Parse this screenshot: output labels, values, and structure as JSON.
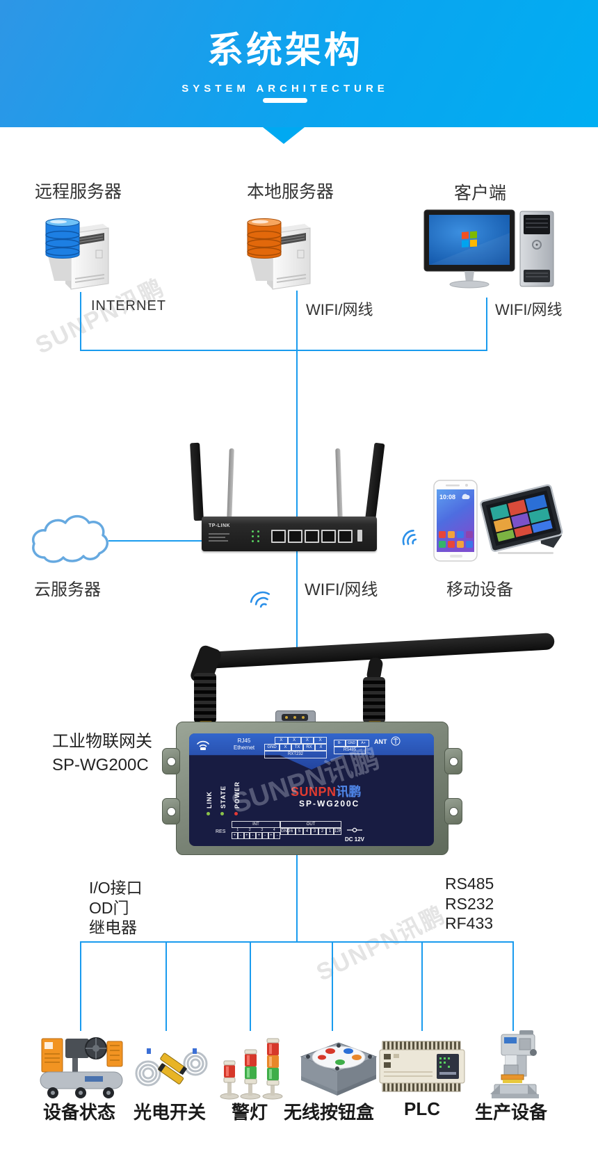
{
  "header": {
    "title": "系统架构",
    "subtitle": "SYSTEM ARCHITECTURE"
  },
  "watermark": {
    "text": "SUNPN讯鹏"
  },
  "colors": {
    "accent_blue": "#199BEE",
    "header_gradient_start": "#2E96E6",
    "header_gradient_end": "#00AEF2",
    "remote_disc_color": "#1D7FE3",
    "local_disc_color": "#E2680B",
    "cloud_stroke": "#66A9E0"
  },
  "top_row": {
    "remote_server": {
      "label": "远程服务器",
      "link": "INTERNET"
    },
    "local_server": {
      "label": "本地服务器",
      "link": "WIFI/网线"
    },
    "client": {
      "label": "客户端",
      "link": "WIFI/网线"
    }
  },
  "middle_row": {
    "cloud": {
      "label": "云服务器"
    },
    "router": {
      "label": "WIFI/网线",
      "brand": "TP-LINK"
    },
    "mobile": {
      "label": "移动设备",
      "phone_time": "10:08"
    }
  },
  "gateway": {
    "caption_line1": "工业物联网关",
    "caption_line2": "SP-WG200C",
    "panel": {
      "rj45_line1": "RJ45",
      "rj45_line2": "Ethernet",
      "rs232_row1": [
        "X",
        "X",
        "X",
        "X"
      ],
      "rs232_row2": [
        "GND",
        "X",
        "TX",
        "RX",
        "X"
      ],
      "rs232_caption": "RXT232",
      "rs485_row": [
        "B-",
        "GND",
        "A+"
      ],
      "rs485_caption": "RS485",
      "ant_label": "ANT",
      "leds": [
        "LINK",
        "STATE",
        "POWER"
      ],
      "brand_latin": "SUNPN",
      "brand_cn": "讯鹏",
      "model": "SP-WG200C",
      "res_label": "RES",
      "int_label": "INT",
      "int_numbers": [
        "1",
        "2",
        "3",
        "4"
      ],
      "int_cells": [
        "+",
        "-",
        "+",
        "-",
        "+",
        "-",
        "+",
        "-"
      ],
      "out_label": "OUT",
      "out_cells": [
        "GND",
        "6",
        "5",
        "4",
        "3",
        "2",
        "1",
        "12F"
      ],
      "power_label": "DC 12V"
    }
  },
  "io_labels": {
    "left": [
      "I/O接口",
      "OD门",
      "继电器"
    ],
    "right": [
      "RS485",
      "RS232",
      "RF433"
    ]
  },
  "bottom_row": [
    {
      "label": "设备状态"
    },
    {
      "label": "光电开关"
    },
    {
      "label": "警灯"
    },
    {
      "label": "无线按钮盒"
    },
    {
      "label": "PLC"
    },
    {
      "label": "生产设备"
    }
  ]
}
